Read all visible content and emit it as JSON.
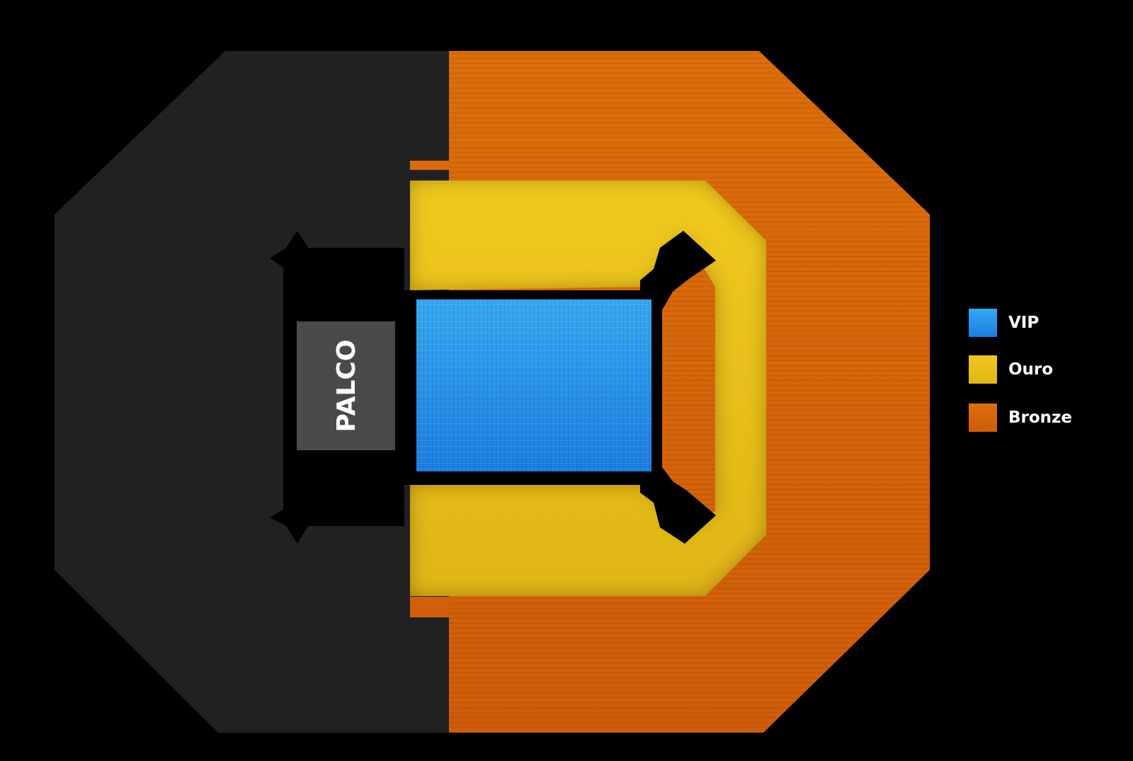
{
  "stage": {
    "label": "PALCO"
  },
  "legend": [
    {
      "key": "vip",
      "label": "VIP",
      "color": "#1a7ee0",
      "color_light": "#36a8f2"
    },
    {
      "key": "ouro",
      "label": "Ouro",
      "color": "#e0b516",
      "color_light": "#f0c91e"
    },
    {
      "key": "bronze",
      "label": "Bronze",
      "color": "#cf5c0a",
      "color_light": "#dc6e0a"
    }
  ],
  "colors": {
    "background": "#000000",
    "closed_area": "#212121",
    "stage": "#4a4a4a",
    "aisles": "#000000"
  },
  "sections": [
    {
      "name": "closed-section",
      "category": "unavailable"
    },
    {
      "name": "bronze-section",
      "category": "bronze"
    },
    {
      "name": "ouro-section",
      "category": "ouro"
    },
    {
      "name": "vip-section",
      "category": "vip"
    }
  ]
}
